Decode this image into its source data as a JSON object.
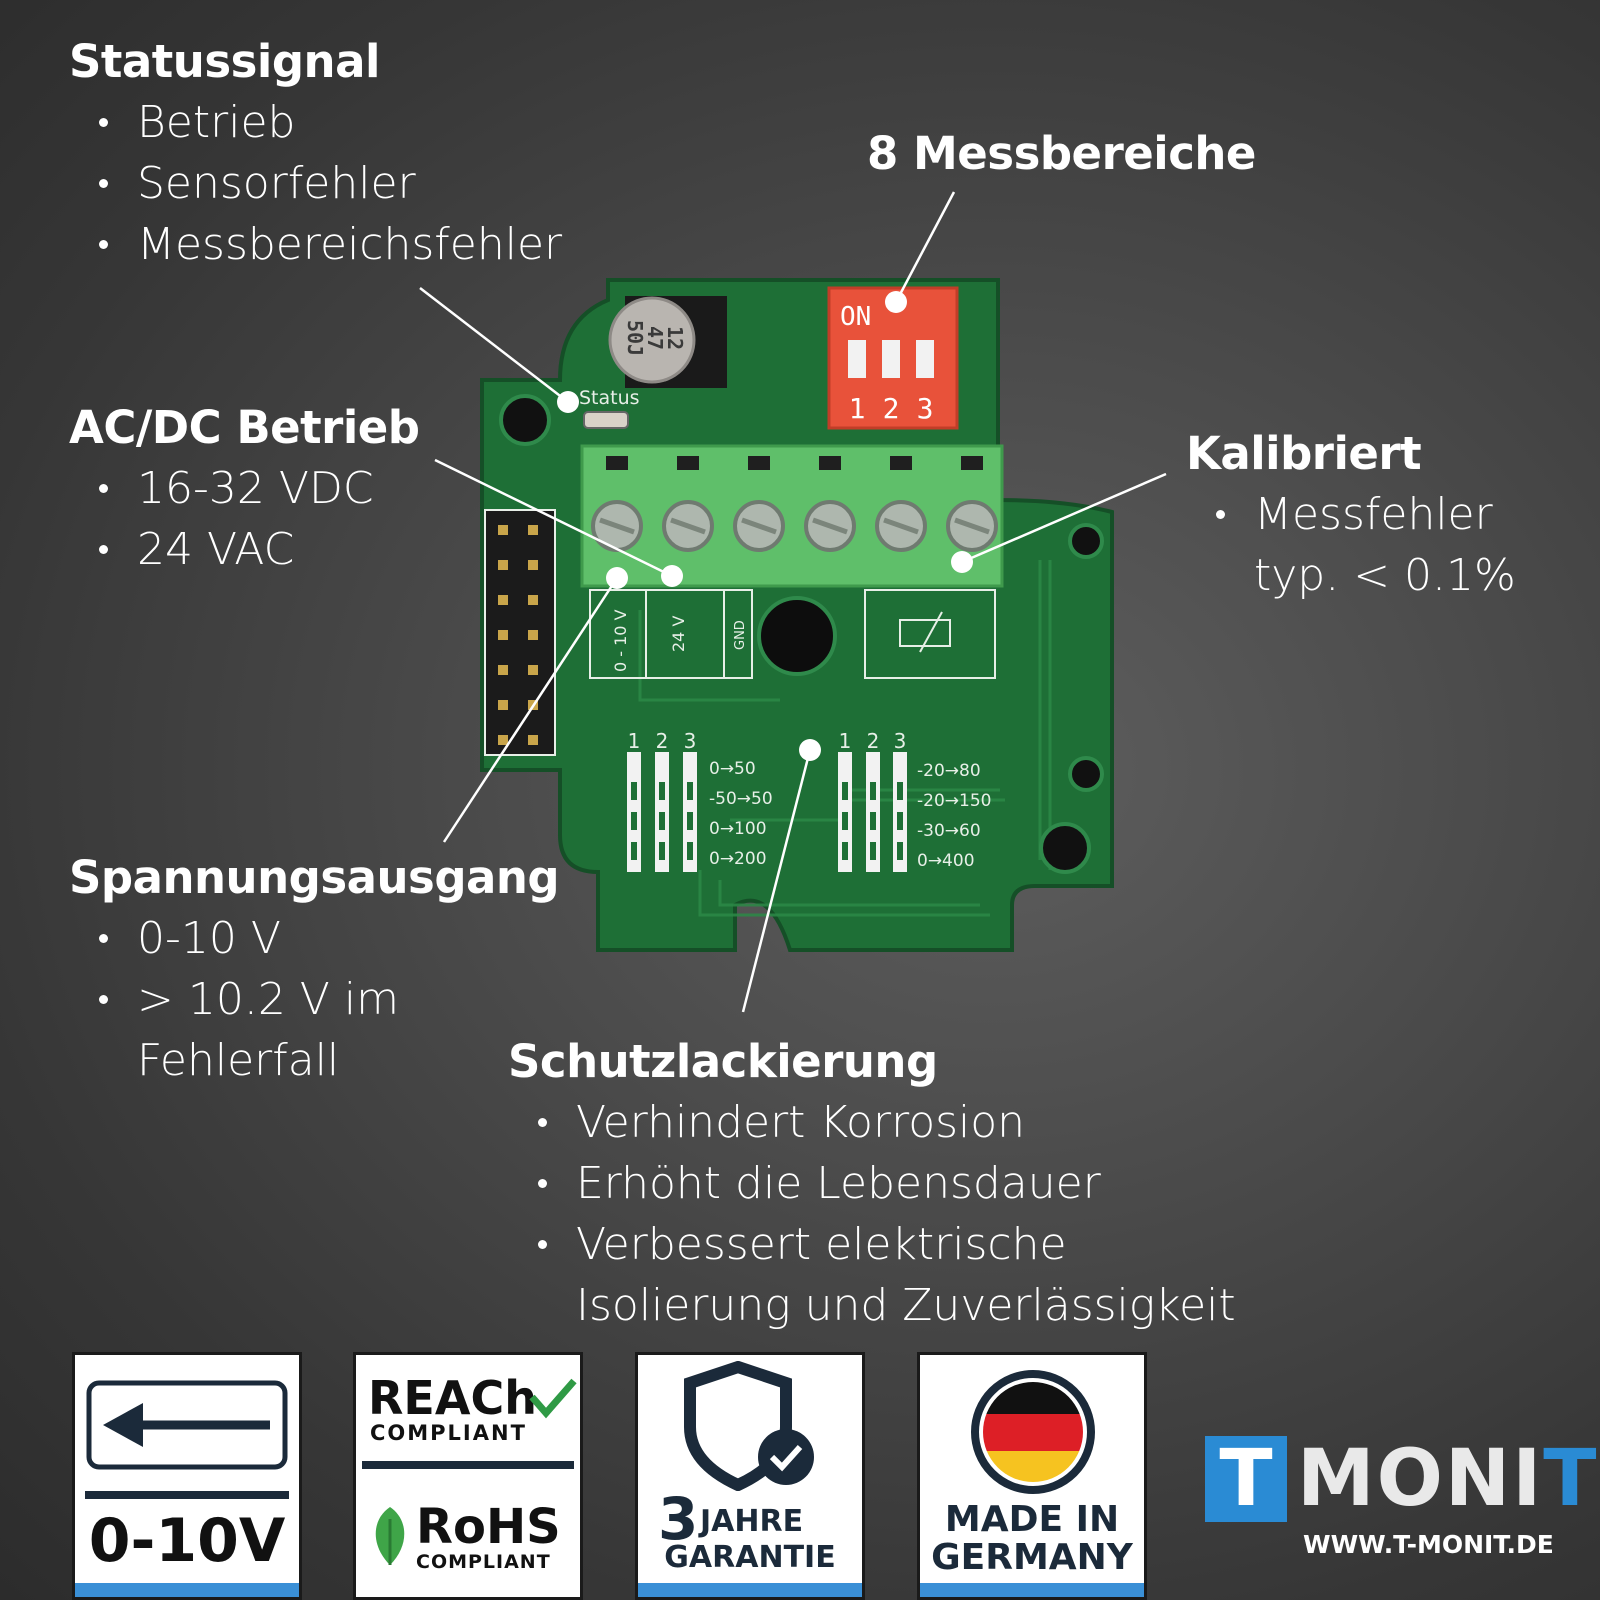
{
  "callouts": {
    "status": {
      "title": "Statussignal",
      "items": [
        "Betrieb",
        "Sensorfehler",
        "Messbereichsfehler"
      ]
    },
    "ranges": {
      "title": "8 Messbereiche"
    },
    "acdc": {
      "title": "AC/DC Betrieb",
      "items": [
        "16-32 VDC",
        "24 VAC"
      ]
    },
    "calibrated": {
      "title": "Kalibriert",
      "items": [
        "Messfehler",
        "typ. < 0.1%"
      ]
    },
    "voltage": {
      "title": "Spannungsausgang",
      "items": [
        "0-10 V",
        "> 10.2 V im",
        "Fehlerfall"
      ]
    },
    "coating": {
      "title": "Schutzlackierung",
      "items": [
        "Verhindert Korrosion",
        "Erhöht die Lebensdauer",
        "Verbessert elektrische",
        "Isolierung und Zuverlässigkeit"
      ]
    }
  },
  "pcb": {
    "capacitor_lines": [
      "12",
      "47",
      "50J"
    ],
    "status_label": "Status",
    "dip_on": "ON",
    "dip_numbers": [
      "1",
      "2",
      "3"
    ],
    "terminal_labels": [
      "0 - 10 V",
      "24 V",
      "GND"
    ],
    "table_headers": [
      "1",
      "2",
      "3"
    ],
    "ranges_left": [
      "0→50",
      "-50→50",
      "0→100",
      "0→200"
    ],
    "ranges_right": [
      "-20→80",
      "-20→150",
      "-30→60",
      "0→400"
    ]
  },
  "badges": {
    "output": {
      "text": "0-10V",
      "icon": "arrow-left-icon"
    },
    "reach": {
      "line1": "REACh",
      "line2": "COMPLIANT",
      "line3": "RoHS",
      "line4": "COMPLIANT",
      "icon": "checkmark-icon"
    },
    "warranty": {
      "number": "3",
      "word1": "JAHRE",
      "word2": "GARANTIE",
      "icon": "shield-check-icon"
    },
    "germany": {
      "line1": "MADE IN",
      "line2": "GERMANY",
      "icon": "germany-flag-icon"
    }
  },
  "logo": {
    "t": "T",
    "mid": "MONI",
    "last": "T",
    "url": "WWW.T-MONIT.DE"
  },
  "colors": {
    "pcb_green": "#1f7a3a",
    "terminal_green": "#5fbf6a",
    "dip_red": "#e8523a",
    "accent_blue": "#2a8bd4",
    "background": "#474747"
  }
}
